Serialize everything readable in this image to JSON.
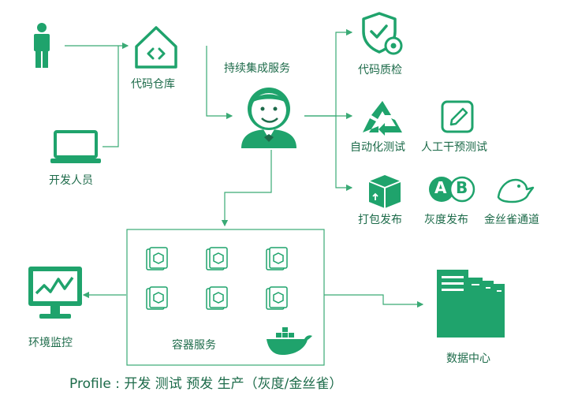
{
  "colors": {
    "primary": "#1fa36c",
    "line": "#3aaa75",
    "text": "#1d6b4a",
    "light": "#ffffff"
  },
  "nodes": {
    "developer": "开发人员",
    "repo": "代码仓库",
    "ci": "持续集成服务",
    "quality": "代码质检",
    "autotest": "自动化测试",
    "manualtest": "人工干预测试",
    "package": "打包发布",
    "grayscale": "灰度发布",
    "canary": "金丝雀通道",
    "container": "容器服务",
    "monitor": "环境监控",
    "datacenter": "数据中心"
  },
  "ab": {
    "a": "A",
    "b": "B"
  },
  "footer": "Profile : 开发 测试 预发  生产（灰度/金丝雀）",
  "icons": {
    "person": "person-icon",
    "laptop": "laptop-icon",
    "repo": "code-repo-icon",
    "jenkins": "jenkins-butler-icon",
    "shield": "shield-gear-icon",
    "recycle": "recycle-icon",
    "pencil": "pencil-icon",
    "box": "package-box-icon",
    "ab": "ab-test-icon",
    "bird": "canary-bird-icon",
    "monitor": "monitor-chart-icon",
    "server": "server-icon",
    "docker": "docker-whale-icon",
    "container": "container-tile-icon"
  }
}
